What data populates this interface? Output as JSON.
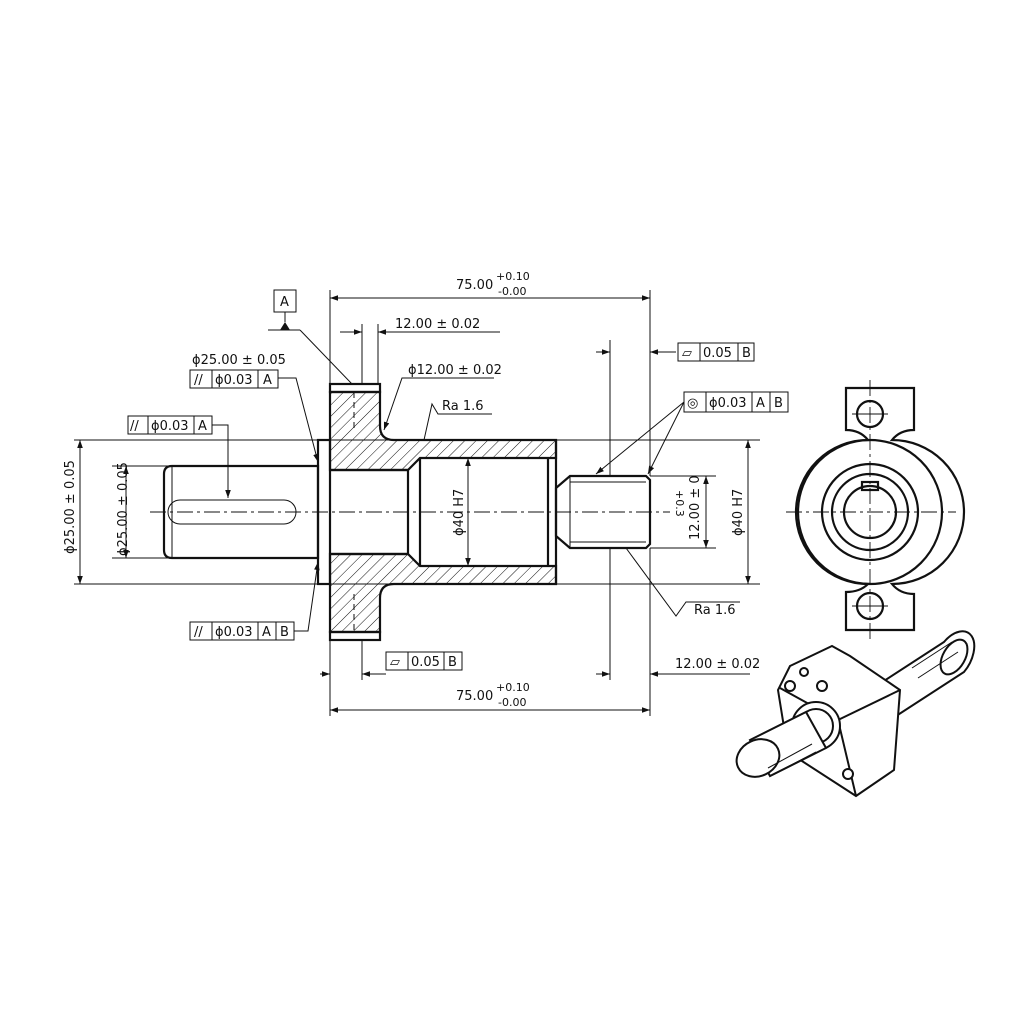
{
  "datum": {
    "label": "A"
  },
  "dimensions": {
    "overall_top": {
      "value": "75.00",
      "tol_upper": "+0.10",
      "tol_lower": "-0.00"
    },
    "overall_bottom": {
      "value": "75.00",
      "tol_upper": "+0.10",
      "tol_lower": "-0.00"
    },
    "flange_width": {
      "value": "12.00 ± 0.02"
    },
    "neck_diameter": {
      "value": "ϕ12.00 ± 0.02"
    },
    "flange_diameter_callout": {
      "value": "ϕ25.00 ± 0.05"
    },
    "left_outer_diameter": {
      "value": "ϕ25.00 ± 0.05"
    },
    "left_shaft_diameter": {
      "value": "ϕ25.00 ± 0.05"
    },
    "bore_diameter": {
      "value": "ϕ40 H7"
    },
    "right_outer_diameter": {
      "value": "ϕ40 H7"
    },
    "right_shaft_length": {
      "value": "12.00 ± 0.02"
    },
    "right_shaft_diameter": {
      "value": "12.00 ± 0",
      "tol_stack": "+0.3"
    }
  },
  "surface_finish": [
    {
      "label": "Ra 1.6"
    },
    {
      "label": "Ra 1.6"
    }
  ],
  "feature_controls": {
    "parallel_left": {
      "symbol": "//",
      "value": "ϕ0.03",
      "datum1": "A"
    },
    "parallel_flange_top": {
      "symbol": "//",
      "value": "ϕ0.03",
      "datum1": "A"
    },
    "parallel_flange_bottom": {
      "symbol": "//",
      "value": "ϕ0.03",
      "datum1": "A",
      "datum2": "B"
    },
    "flatness_top": {
      "symbol": "▱",
      "value": "0.05",
      "datum1": "B"
    },
    "flatness_bottom": {
      "symbol": "▱",
      "value": "0.05",
      "datum1": "B"
    },
    "concentricity": {
      "symbol": "◎",
      "value": "ϕ0.03",
      "datum1": "A",
      "datum2": "B"
    }
  },
  "colors": {
    "ink": "#111111",
    "paper": "#ffffff"
  }
}
